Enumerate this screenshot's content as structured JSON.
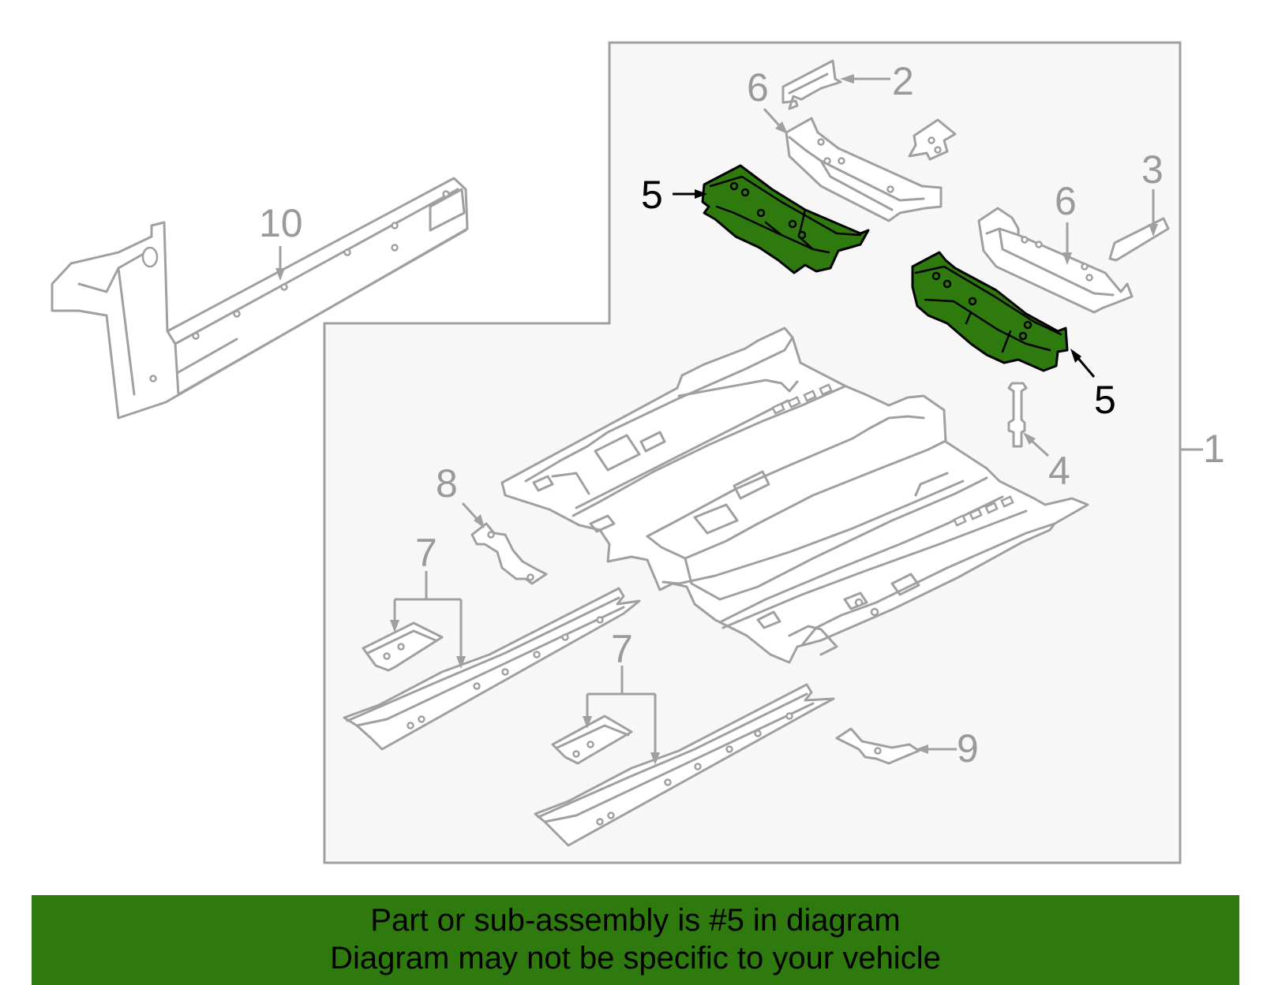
{
  "colors": {
    "highlight": "#2f7a0e",
    "line": "#a0a0a0",
    "panel": "#f7f7f7",
    "callout_default": "#9a9a9a",
    "callout_highlight": "#000000"
  },
  "callouts": {
    "c1": "1",
    "c2": "2",
    "c3": "3",
    "c4": "4",
    "c5a": "5",
    "c5b": "5",
    "c6a": "6",
    "c6b": "6",
    "c7a": "7",
    "c7b": "7",
    "c8": "8",
    "c9": "9",
    "c10": "10"
  },
  "banner": {
    "line1": "Part or sub-assembly is #5 in diagram",
    "line2": "Diagram may not be specific to your vehicle"
  }
}
